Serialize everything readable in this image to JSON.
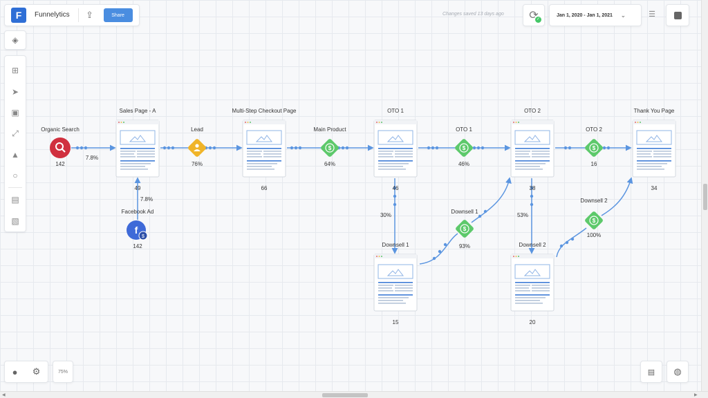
{
  "app": {
    "title": "Funnelytics",
    "logo_letter": "F",
    "share_label": "Share",
    "saved_status": "Changes saved 13 days ago"
  },
  "toolbar": {
    "date_range": "Jan 1, 2020 - Jan 1, 2021",
    "zoom": "75%"
  },
  "icons": {
    "export": "export-icon",
    "sync": "sync-icon",
    "filter": "filter-icon",
    "stats": "stats-icon",
    "layers": "layers-icon",
    "add": "add-icon",
    "pointer": "pointer-icon",
    "text": "text-icon",
    "line": "line-icon",
    "image": "image-icon",
    "circle": "circle-icon",
    "user": "user-icon",
    "settings": "gear-icon",
    "document": "document-icon",
    "globe": "globe-icon"
  },
  "colors": {
    "accent": "#4a8de0",
    "edge": "#5b95e0",
    "offer": "#5dc96b",
    "lead": "#f0b429",
    "search": "#d0303f",
    "facebook": "#3f6ad8"
  },
  "funnel": {
    "sources": [
      {
        "id": "organic",
        "label": "Organic Search",
        "count": "142",
        "icon": "search-icon"
      },
      {
        "id": "facebook",
        "label": "Facebook Ad",
        "count": "142",
        "icon": "facebook-icon"
      }
    ],
    "pages": [
      {
        "id": "sales",
        "label": "Sales Page - A",
        "count": "49"
      },
      {
        "id": "checkout",
        "label": "Multi-Step Checkout Page",
        "count": "66"
      },
      {
        "id": "oto1",
        "label": "OTO 1",
        "count": "46"
      },
      {
        "id": "oto2",
        "label": "OTO 2",
        "count": "38"
      },
      {
        "id": "thankyou",
        "label": "Thank You Page",
        "count": "34"
      },
      {
        "id": "downsell1",
        "label": "Downsell 1",
        "count": "15"
      },
      {
        "id": "downsell2",
        "label": "Downsell 2",
        "count": "20"
      }
    ],
    "actions": [
      {
        "id": "lead",
        "label": "Lead",
        "rate": "76%",
        "kind": "lead"
      },
      {
        "id": "main",
        "label": "Main Product",
        "rate": "64%",
        "kind": "purchase"
      },
      {
        "id": "a_oto1",
        "label": "OTO 1",
        "rate": "46%",
        "kind": "purchase"
      },
      {
        "id": "a_oto2",
        "label": "OTO 2",
        "rate": "16",
        "kind": "purchase"
      },
      {
        "id": "a_ds1",
        "label": "Downsell 1",
        "rate": "93%",
        "kind": "purchase"
      },
      {
        "id": "a_ds2",
        "label": "Downsell 2",
        "rate": "100%",
        "kind": "purchase"
      }
    ],
    "edge_rates": {
      "organic_to_sales": "7.8%",
      "facebook_to_sales": "7.8%",
      "oto1_to_downsell1": "30%",
      "oto2_to_downsell2": "53%"
    }
  }
}
